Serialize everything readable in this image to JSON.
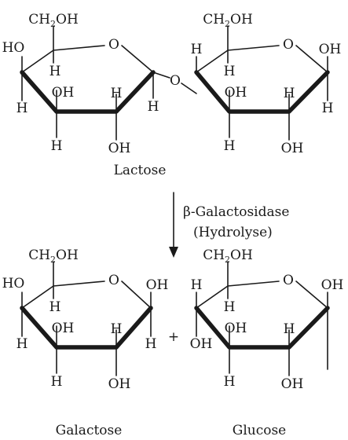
{
  "atoms": {
    "ring_oxygen": "O",
    "hydroxyl": "OH",
    "hydroxyl_left": "HO",
    "hydrogen": "H",
    "ch2oh_prefix": "CH",
    "ch2oh_sub": "2",
    "ch2oh_suffix": "OH",
    "bridge_oxygen": "O"
  },
  "molecules": {
    "lactose": {
      "label": "Lactose"
    },
    "galactose": {
      "label": "Galactose"
    },
    "glucose": {
      "label": "Glucose"
    }
  },
  "reaction": {
    "enzyme": "β-Galactosidase",
    "process": "(Hydrolyse)",
    "plus": "+"
  }
}
